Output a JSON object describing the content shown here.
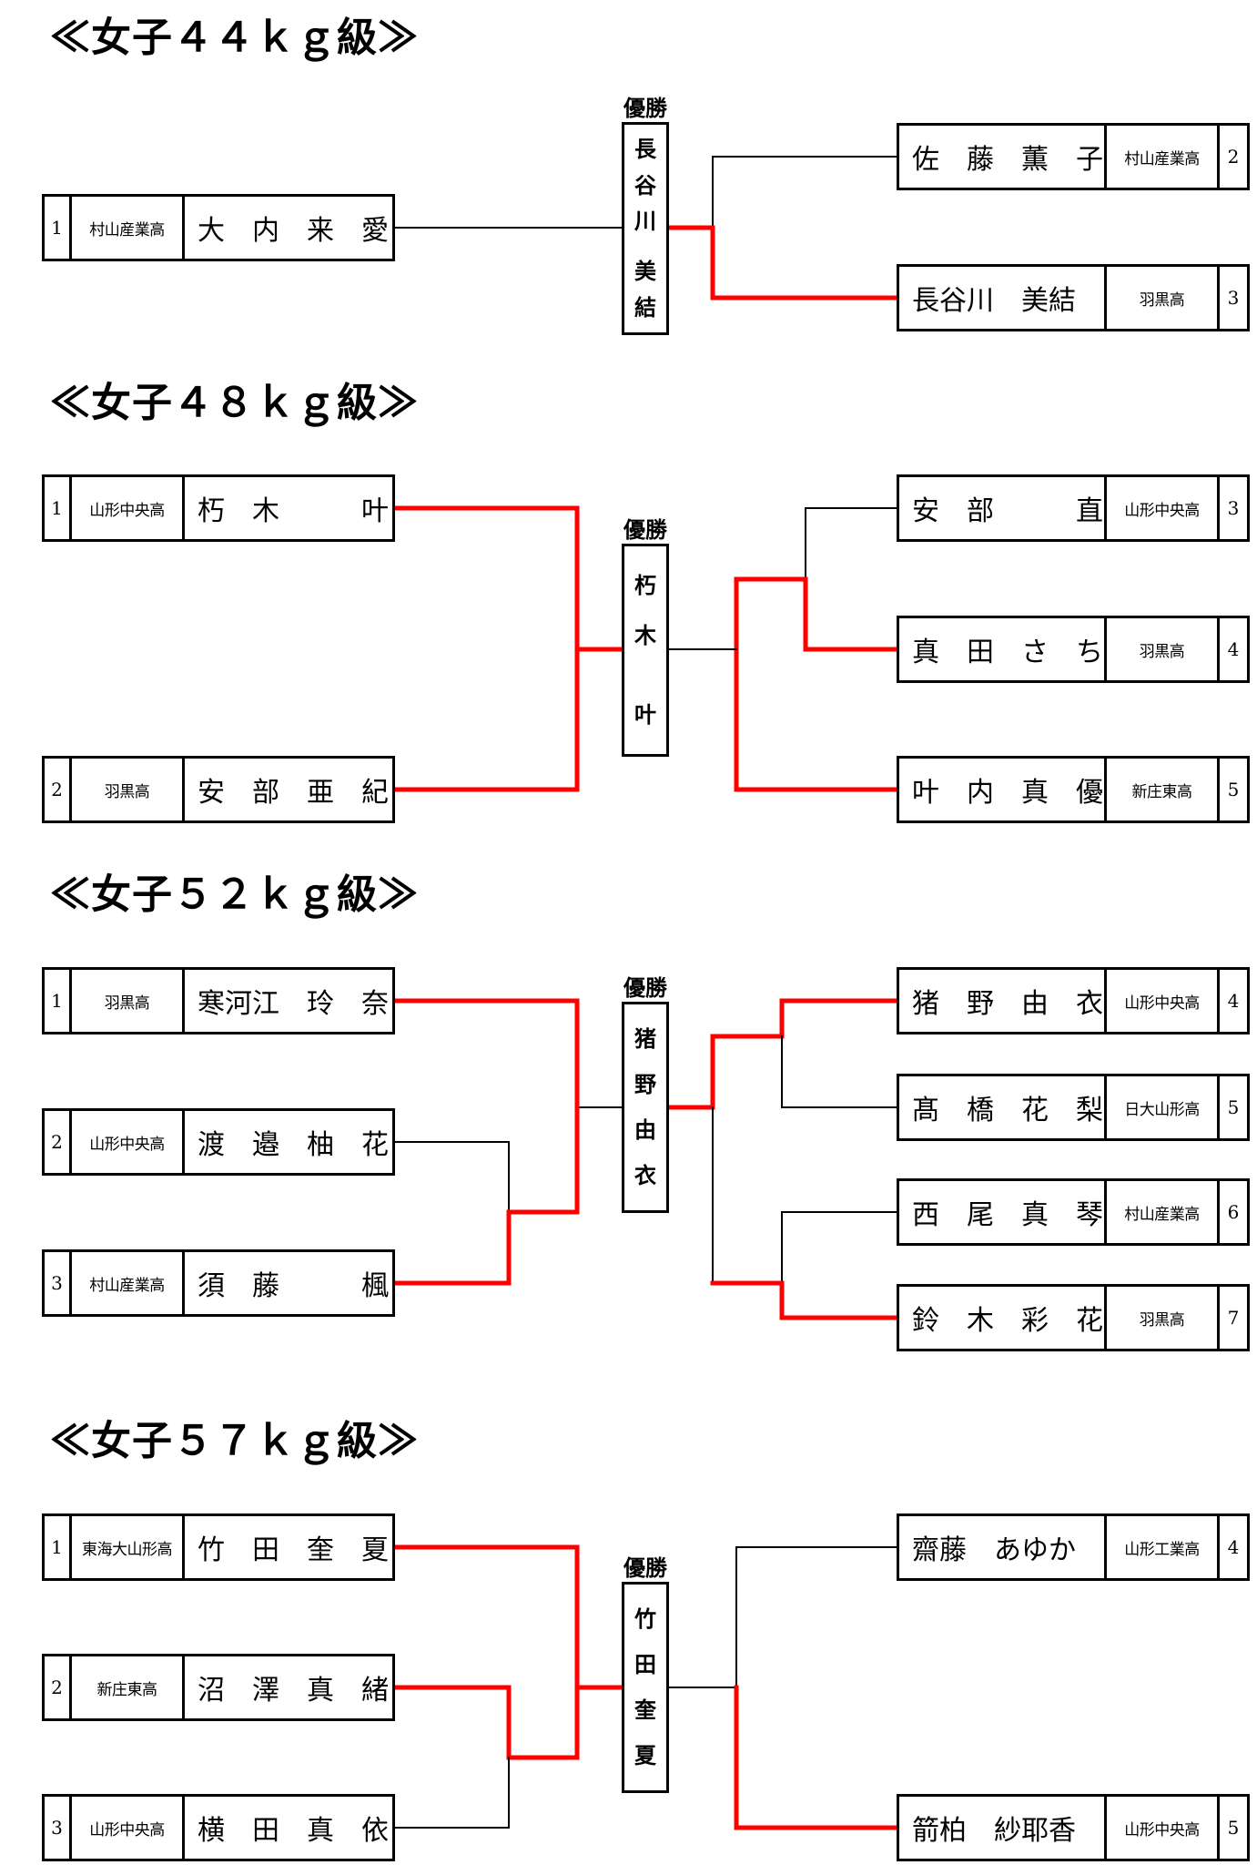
{
  "colors": {
    "winner_line": "#ff0000",
    "line": "#000000"
  },
  "champion_label": "優勝",
  "divisions": [
    {
      "title": "≪女子４４ｋｇ級≫",
      "champion_chars": [
        "長",
        "谷",
        "川",
        "",
        "美",
        "結"
      ],
      "left": [
        {
          "seed": "1",
          "school": "村山産業高",
          "name": "大　内　来　愛"
        }
      ],
      "right": [
        {
          "seed": "2",
          "school": "村山産業高",
          "name": "佐　藤　薫　子"
        },
        {
          "seed": "3",
          "school": "羽黒高",
          "name": "長谷川　美結"
        }
      ]
    },
    {
      "title": "≪女子４８ｋｇ級≫",
      "champion_chars": [
        "朽",
        "木",
        "",
        "叶"
      ],
      "left": [
        {
          "seed": "1",
          "school": "山形中央高",
          "name": "朽　木　　　叶"
        },
        {
          "seed": "2",
          "school": "羽黒高",
          "name": "安　部　亜　紀"
        }
      ],
      "right": [
        {
          "seed": "3",
          "school": "山形中央高",
          "name": "安　部　　　直"
        },
        {
          "seed": "4",
          "school": "羽黒高",
          "name": "真　田　さ　ち"
        },
        {
          "seed": "5",
          "school": "新庄東高",
          "name": "叶　内　真　優"
        }
      ]
    },
    {
      "title": "≪女子５２ｋｇ級≫",
      "champion_chars": [
        "猪",
        "野",
        "由",
        "衣"
      ],
      "left": [
        {
          "seed": "1",
          "school": "羽黒高",
          "name": "寒河江　玲　奈"
        },
        {
          "seed": "2",
          "school": "山形中央高",
          "name": "渡　邉　柚　花"
        },
        {
          "seed": "3",
          "school": "村山産業高",
          "name": "須　藤　　　楓"
        }
      ],
      "right": [
        {
          "seed": "4",
          "school": "山形中央高",
          "name": "猪　野　由　衣"
        },
        {
          "seed": "5",
          "school": "日大山形高",
          "name": "髙　橋　花　梨"
        },
        {
          "seed": "6",
          "school": "村山産業高",
          "name": "西　尾　真　琴"
        },
        {
          "seed": "7",
          "school": "羽黒高",
          "name": "鈴　木　彩　花"
        }
      ]
    },
    {
      "title": "≪女子５７ｋｇ級≫",
      "champion_chars": [
        "竹",
        "田",
        "奎",
        "夏"
      ],
      "left": [
        {
          "seed": "1",
          "school": "東海大山形高",
          "name": "竹　田　奎　夏"
        },
        {
          "seed": "2",
          "school": "新庄東高",
          "name": "沼　澤　真　緒"
        },
        {
          "seed": "3",
          "school": "山形中央高",
          "name": "横　田　真　依"
        }
      ],
      "right": [
        {
          "seed": "4",
          "school": "山形工業高",
          "name": "齋藤　あゆか"
        },
        {
          "seed": "5",
          "school": "山形中央高",
          "name": "箭柏　紗耶香"
        }
      ]
    }
  ]
}
